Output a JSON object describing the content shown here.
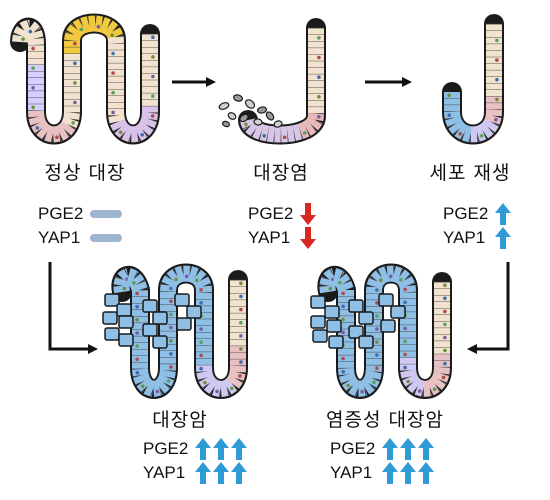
{
  "stages": [
    {
      "id": "normal",
      "label": "정상 대장",
      "markers": [
        {
          "name": "PGE2",
          "change": "unchanged",
          "count": 1
        },
        {
          "name": "YAP1",
          "change": "unchanged",
          "count": 1
        }
      ]
    },
    {
      "id": "colitis",
      "label": "대장염",
      "markers": [
        {
          "name": "PGE2",
          "change": "decrease",
          "count": 1
        },
        {
          "name": "YAP1",
          "change": "decrease",
          "count": 1
        }
      ]
    },
    {
      "id": "regeneration",
      "label": "세포 재생",
      "markers": [
        {
          "name": "PGE2",
          "change": "increase",
          "count": 1
        },
        {
          "name": "YAP1",
          "change": "increase",
          "count": 1
        }
      ]
    },
    {
      "id": "colon-cancer",
      "label": "대장암",
      "markers": [
        {
          "name": "PGE2",
          "change": "increase",
          "count": 3
        },
        {
          "name": "YAP1",
          "change": "increase",
          "count": 3
        }
      ]
    },
    {
      "id": "inflammatory-colon-cancer",
      "label": "염증성 대장암",
      "markers": [
        {
          "name": "PGE2",
          "change": "increase",
          "count": 3
        },
        {
          "name": "YAP1",
          "change": "increase",
          "count": 3
        }
      ]
    }
  ],
  "colors": {
    "unchanged": "#9fb4cf",
    "decrease": "#d8281f",
    "increase": "#2f9bd6",
    "cell_normal": "#f1e3d0",
    "cell_yellow": "#f0c93e",
    "cell_blue": "#8fbfe4",
    "arrow": "#111111"
  },
  "icons": [
    "equal-bar-icon",
    "down-arrow-icon",
    "up-arrow-icon",
    "flow-arrow-icon"
  ]
}
